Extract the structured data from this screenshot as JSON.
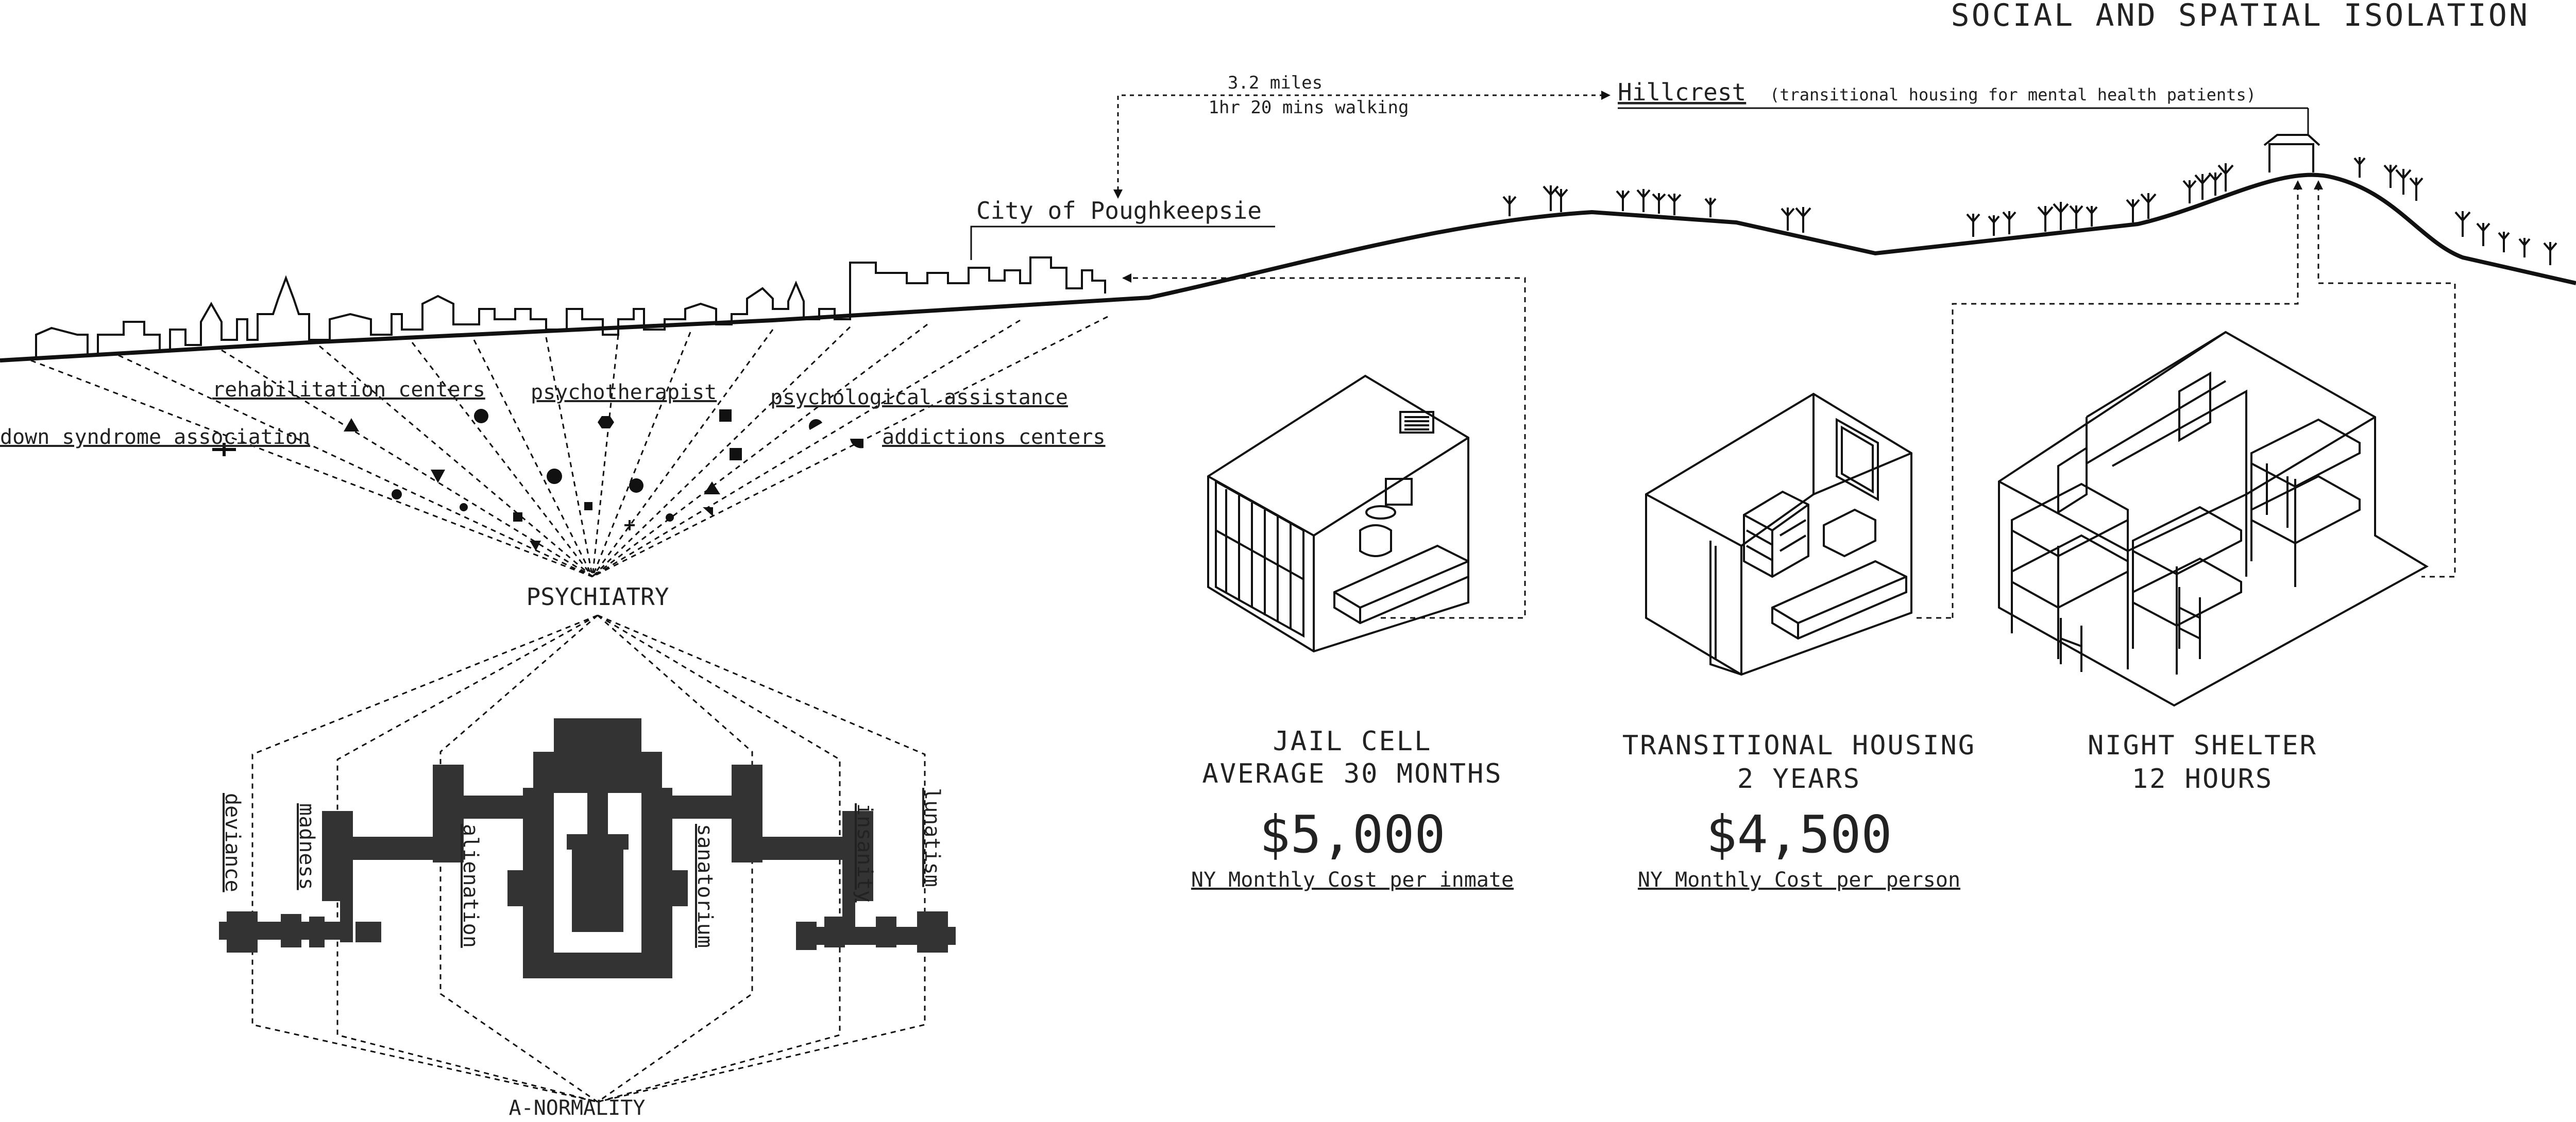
{
  "title": "SOCIAL AND SPATIAL ISOLATION",
  "distance": {
    "miles": "3.2 miles",
    "walking": "1hr 20 mins walking"
  },
  "hillcrest": {
    "name": "Hillcrest",
    "desc": "(transitional housing for mental health patients)"
  },
  "city": "City of Poughkeepsie",
  "services": {
    "rehabilitation": "rehabilitation centers",
    "psychotherapist": "psychotherapist",
    "psychological": "psychological assistance",
    "down_syndrome": "down syndrome association",
    "addictions": "addictions centers"
  },
  "psychiatry": "PSYCHIATRY",
  "anormality": "A-NORMALITY",
  "asylum_terms": {
    "deviance": "deviance",
    "madness": "madness",
    "alienation": "alienation",
    "sanatorium": "sanatorium",
    "insanity": "insanity",
    "lunatism": "lunatism"
  },
  "jail": {
    "line1": "JAIL CELL",
    "line2": "AVERAGE 30 MONTHS",
    "cost": "$5,000",
    "note": "NY Monthly Cost per inmate"
  },
  "transitional": {
    "line1": "TRANSITIONAL HOUSING",
    "line2": "2 YEARS",
    "cost": "$4,500",
    "note": "NY Monthly Cost per person"
  },
  "shelter": {
    "line1": "NIGHT SHELTER",
    "line2": "12 HOURS"
  }
}
